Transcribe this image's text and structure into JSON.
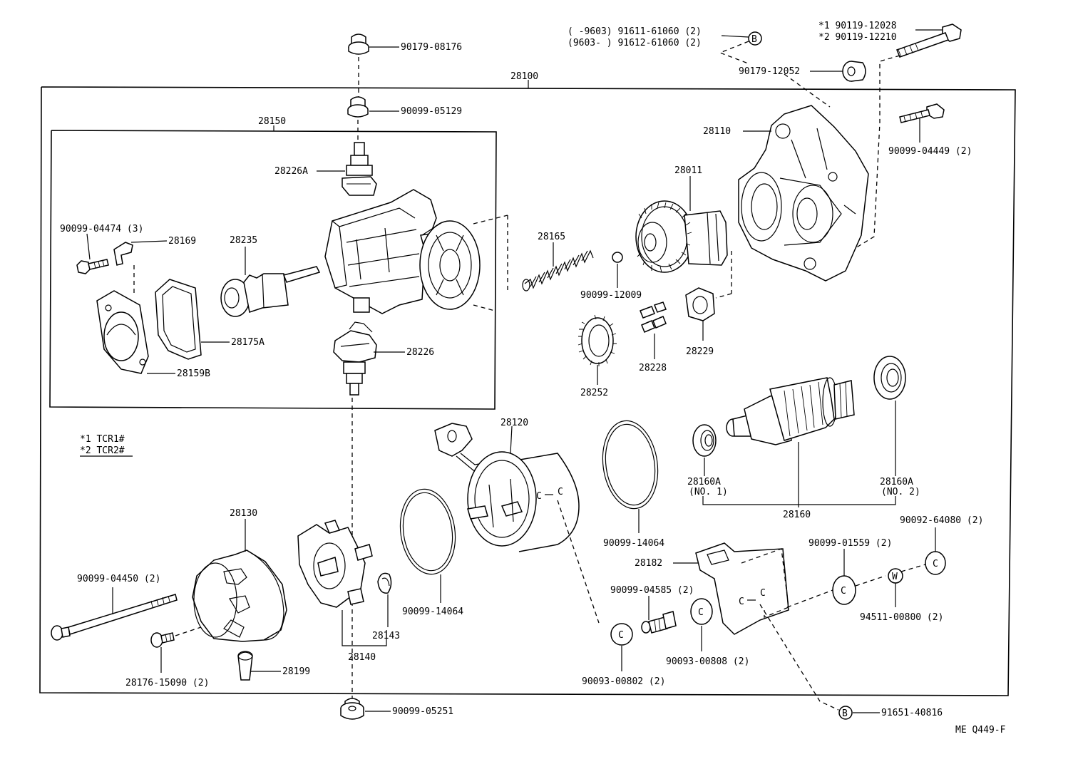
{
  "callouts": {
    "p28100": "28100",
    "p28150": "28150",
    "p90179_08176": "90179-08176",
    "p90099_05129": "90099-05129",
    "p28226A": "28226A",
    "p90099_04474": "90099-04474 (3)",
    "p28169": "28169",
    "p28235": "28235",
    "p28175A": "28175A",
    "p28159B": "28159B",
    "p28226": "28226",
    "p28165": "28165",
    "p90099_12009": "90099-12009",
    "p28011": "28011",
    "p28110": "28110",
    "p90099_04449": "90099-04449 (2)",
    "p28252": "28252",
    "p28228": "28228",
    "p28229": "28229",
    "b_line1": "(      -9603) 91611-61060 (2)",
    "b_line2": "(9603-      ) 91612-61060 (2)",
    "star1": "*1  90119-12028",
    "star2": "*2  90119-12210",
    "p90179_12052": "90179-12052",
    "p28120": "28120",
    "p90099_14064a": "90099-14064",
    "p90099_14064b": "90099-14064",
    "p28160A_1": "28160A",
    "p28160A_1_sub": "(NO. 1)",
    "p28160A_2": "28160A",
    "p28160A_2_sub": "(NO. 2)",
    "p28160": "28160",
    "p90092_64080": "90092-64080 (2)",
    "p90099_01559": "90099-01559 (2)",
    "p28182": "28182",
    "p90099_04585": "90099-04585 (2)",
    "p94511_00800": "94511-00800 (2)",
    "p90093_00808": "90093-00808 (2)",
    "p90093_00802": "90093-00802 (2)",
    "p28130": "28130",
    "p90099_04450": "90099-04450 (2)",
    "p28176_15090": "28176-15090 (2)",
    "p28199": "28199",
    "p28143": "28143",
    "p28140": "28140",
    "p90099_05251": "90099-05251",
    "p91651_40816": "91651-40816"
  },
  "legend": {
    "note1": "*1  TCR1#",
    "note2": "*2  TCR2#"
  },
  "markers": {
    "B": "B",
    "C": "C",
    "W": "W"
  },
  "figure_id": "ME Q449-F"
}
